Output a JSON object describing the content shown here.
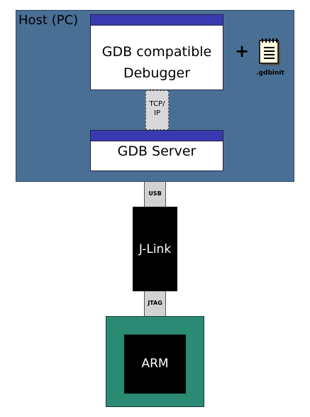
{
  "host": {
    "label": "Host (PC)",
    "color": "#4a6f94"
  },
  "debugger": {
    "line1": "GDB compatible",
    "line2": "Debugger"
  },
  "tcpip": {
    "line1": "TCP/",
    "line2": "IP"
  },
  "gdb_server": {
    "label": "GDB Server"
  },
  "plus": {
    "symbol": "+"
  },
  "gdbinit": {
    "icon": "notepad-file-icon",
    "label": ".gdbinit"
  },
  "usb": {
    "label": "USB"
  },
  "jlink": {
    "label": "J-Link"
  },
  "jtag": {
    "label": "JTAG"
  },
  "target": {
    "board_color": "#2a8a73",
    "chip_label": "ARM"
  },
  "colors": {
    "header_bar": "#3a3ab0",
    "connector": "#d2d2d2"
  }
}
